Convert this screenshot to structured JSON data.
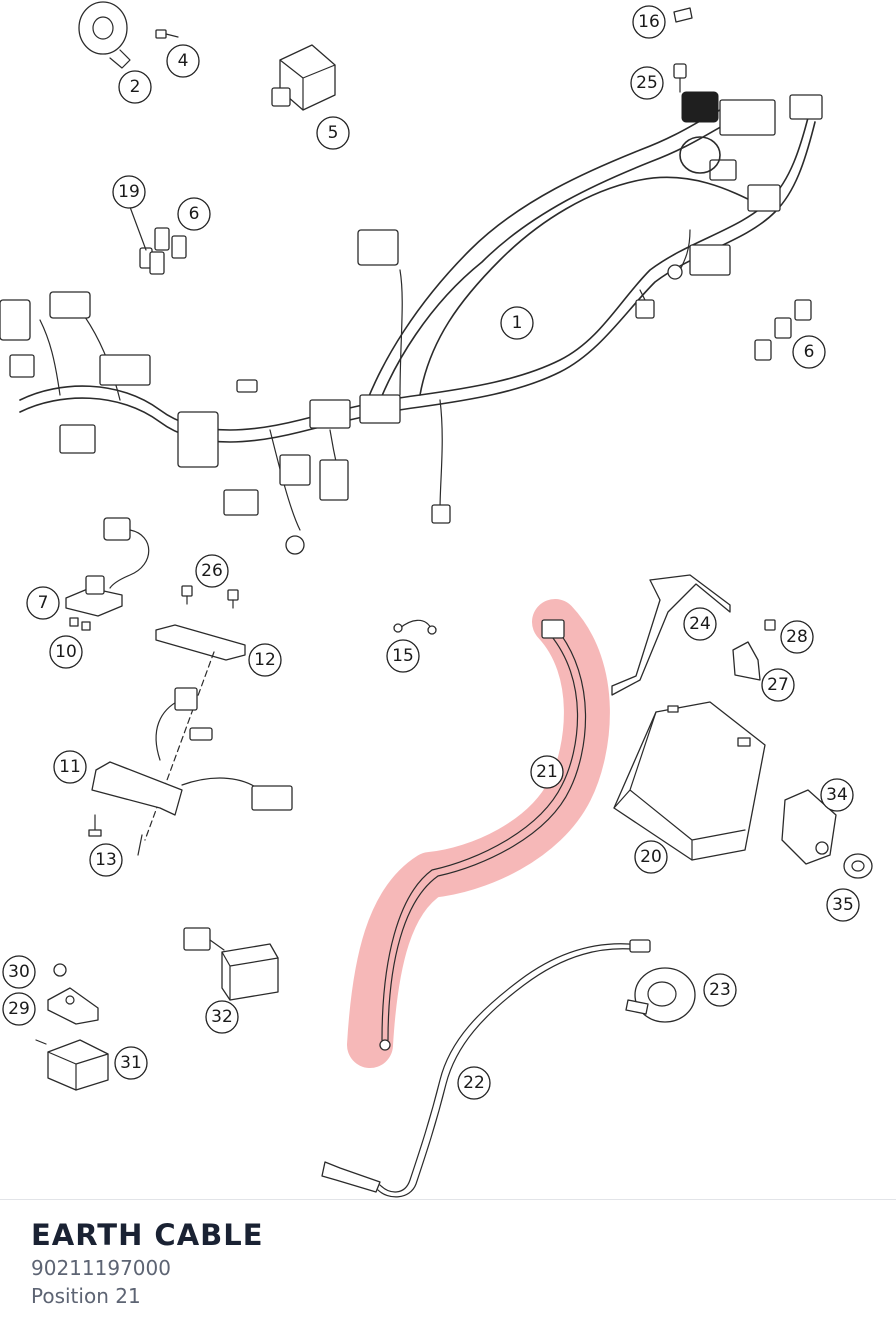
{
  "selected_part": {
    "name": "EARTH CABLE",
    "number": "90211197000",
    "position": "Position 21",
    "highlight_color": "#f4a6a6"
  },
  "callouts": [
    "1",
    "2",
    "4",
    "5",
    "6",
    "6",
    "7",
    "10",
    "11",
    "12",
    "13",
    "15",
    "16",
    "19",
    "20",
    "21",
    "22",
    "23",
    "24",
    "25",
    "26",
    "27",
    "28",
    "29",
    "30",
    "31",
    "32",
    "34",
    "35"
  ]
}
